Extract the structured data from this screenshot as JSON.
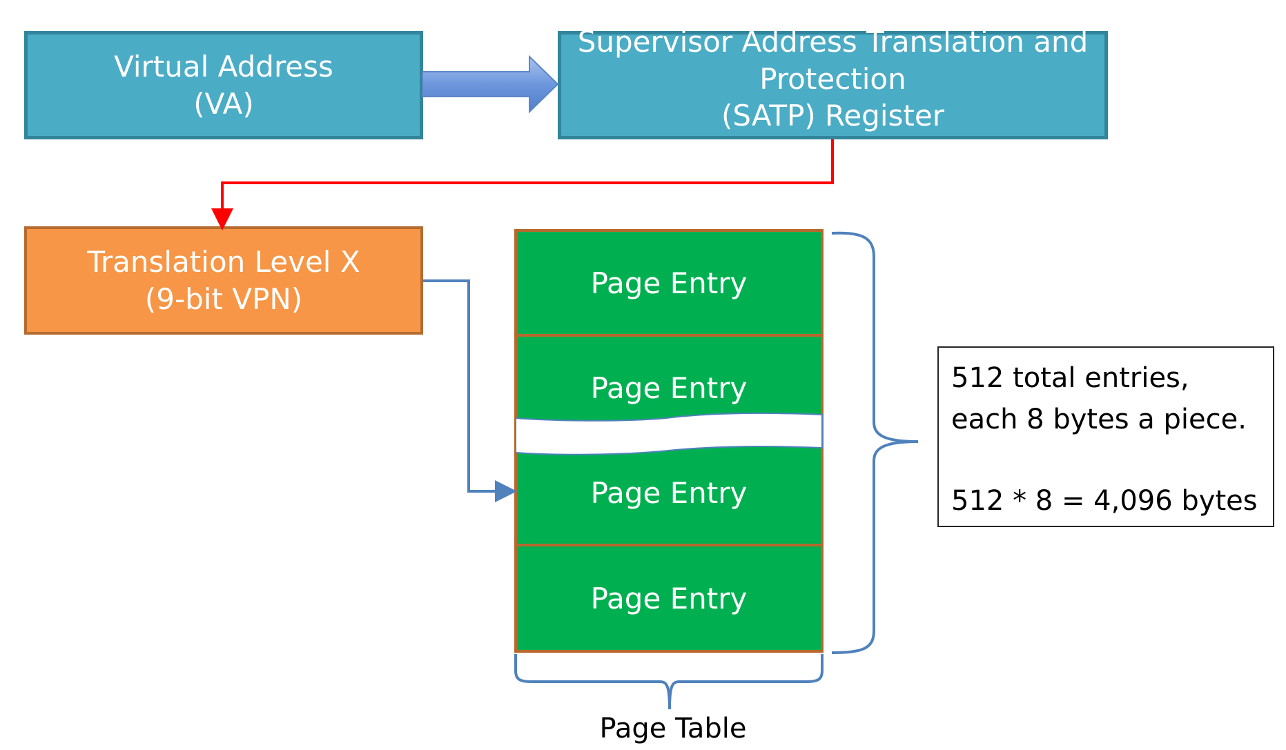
{
  "boxes": {
    "virtual_address": {
      "line1": "Virtual Address",
      "line2": "(VA)"
    },
    "satp": {
      "line1": "Supervisor Address Translation and",
      "line2": "Protection",
      "line3": "(SATP) Register"
    },
    "translation_level": {
      "line1": "Translation Level X",
      "line2": "(9-bit VPN)"
    }
  },
  "page_table": {
    "entries": [
      "Page Entry",
      "Page Entry",
      "Page Entry",
      "Page Entry"
    ],
    "caption": "Page Table"
  },
  "note": {
    "line1": "512 total entries,",
    "line2": "each 8 bytes a piece.",
    "line3": "512 * 8 = 4,096 bytes"
  },
  "colors": {
    "blue_box": "#4bacc6",
    "orange_box": "#f79646",
    "entry_green": "#00b050",
    "red_arrow": "#ff0000",
    "blue_connector": "#4f81bd"
  }
}
